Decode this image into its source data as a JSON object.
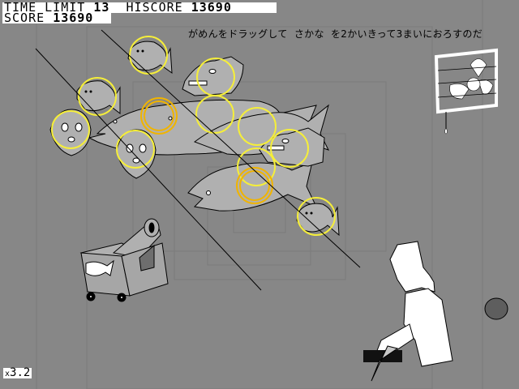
{
  "hud": {
    "time_limit_label": "TIME LIMIT",
    "time_limit_value": "13",
    "hiscore_label": "HISCORE",
    "hiscore_value": "13690",
    "score_label": "SCORE",
    "score_value": "13690"
  },
  "instruction": "がめんをドラッグして  さかな  を2かいきって3まいにおろすのだ",
  "multiplier": {
    "prefix": "x",
    "value": "3.2"
  },
  "colors": {
    "background": "#878787",
    "frame_lines": "#7a7a7a",
    "fish_body": "#b0b0b0",
    "target_ring": "#f5ee3a",
    "target_ring_hit": "#f0b400",
    "slash_line": "#000000",
    "hud_bg": "#ffffff"
  },
  "scene": {
    "objects": [
      {
        "name": "fish-school",
        "count": 13
      },
      {
        "name": "target-ring",
        "count": 13
      },
      {
        "name": "fish-cannon"
      },
      {
        "name": "chef-with-knife"
      },
      {
        "name": "ventilation-fan"
      },
      {
        "name": "dark-round-object"
      }
    ]
  }
}
